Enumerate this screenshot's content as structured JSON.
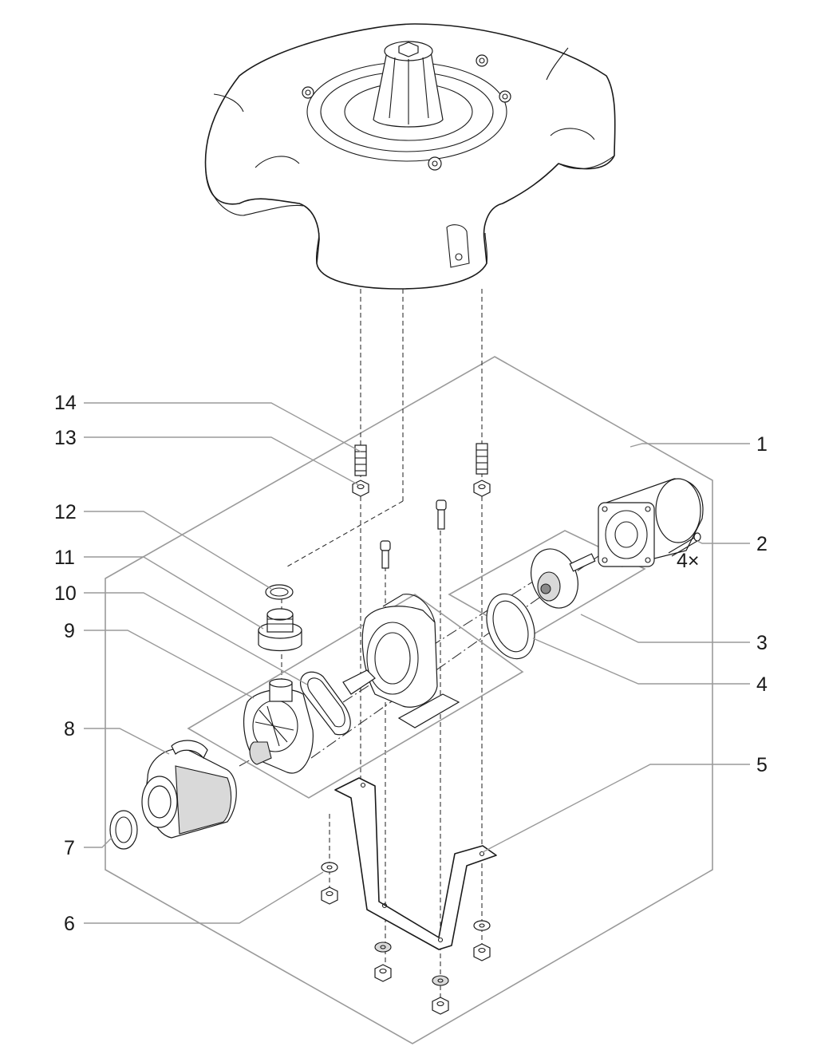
{
  "callouts": [
    {
      "id": "1",
      "label": "1"
    },
    {
      "id": "2",
      "label": "2"
    },
    {
      "id": "3",
      "label": "3"
    },
    {
      "id": "4",
      "label": "4"
    },
    {
      "id": "5",
      "label": "5"
    },
    {
      "id": "6",
      "label": "6"
    },
    {
      "id": "7",
      "label": "7"
    },
    {
      "id": "8",
      "label": "8"
    },
    {
      "id": "9",
      "label": "9"
    },
    {
      "id": "10",
      "label": "10"
    },
    {
      "id": "11",
      "label": "11"
    },
    {
      "id": "12",
      "label": "12"
    },
    {
      "id": "13",
      "label": "13"
    },
    {
      "id": "14",
      "label": "14"
    }
  ],
  "quantity_note": "4×"
}
